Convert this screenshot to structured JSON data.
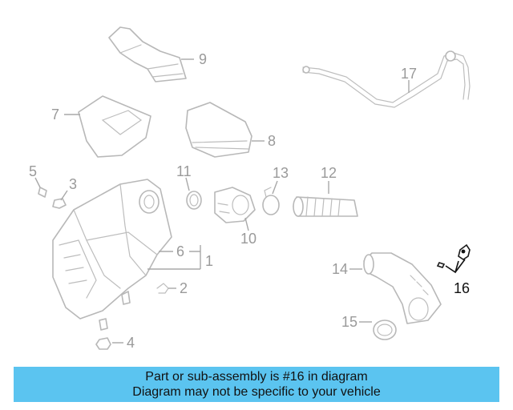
{
  "callouts": {
    "c1": "1",
    "c2": "2",
    "c3": "3",
    "c4": "4",
    "c5": "5",
    "c6": "6",
    "c7": "7",
    "c8": "8",
    "c9": "9",
    "c10": "10",
    "c11": "11",
    "c12": "12",
    "c13": "13",
    "c14": "14",
    "c15": "15",
    "c16": "16",
    "c17": "17"
  },
  "highlighted_part": "16",
  "colors": {
    "banner": "#5bc4f0",
    "parts": "#b8b8b8",
    "highlight": "#1a1a1a"
  },
  "banner": {
    "line1": "Part or sub-assembly is #16 in diagram",
    "line2": "Diagram may not be specific to your vehicle"
  }
}
